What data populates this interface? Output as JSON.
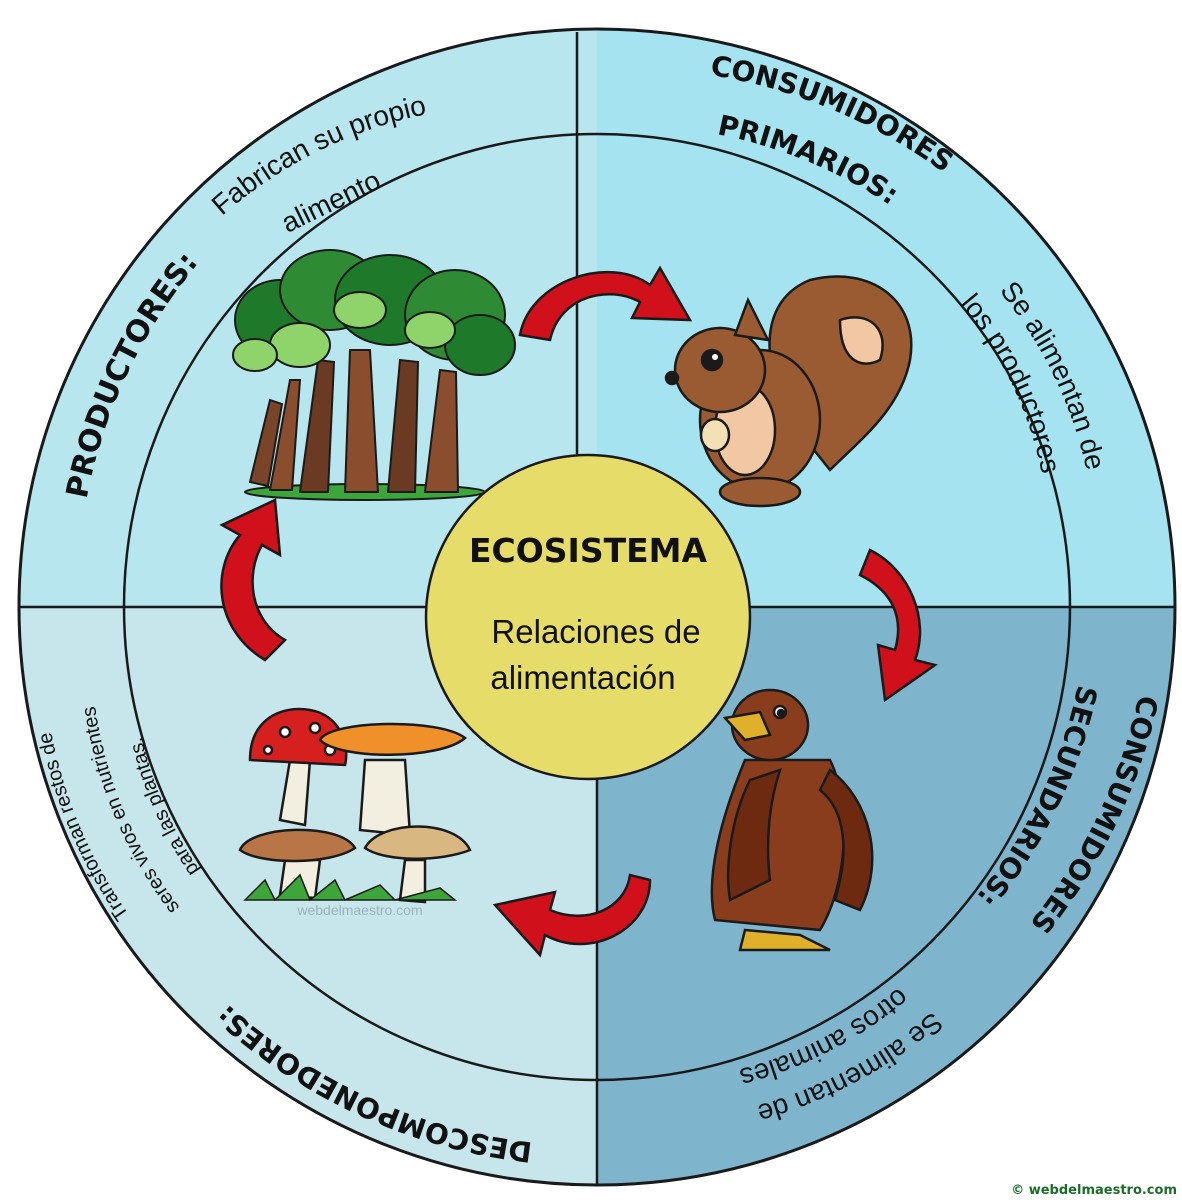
{
  "center": {
    "title": "ECOSISTEMA",
    "subtitle_line1": "Relaciones de",
    "subtitle_line2": "alimentación"
  },
  "quadrants": {
    "productores": {
      "title": "PRODUCTORES:",
      "desc_line1": "Fabrican su propio",
      "desc_line2": "alimento",
      "color": "#b7e6ee",
      "illustration": "trees"
    },
    "consumidores_primarios": {
      "title_line1": "CONSUMIDORES",
      "title_line2": "PRIMARIOS:",
      "desc_line1": "Se alimentan de",
      "desc_line2": "los productores",
      "color": "#a4e3ef",
      "illustration": "squirrel"
    },
    "consumidores_secundarios": {
      "title_line1": "CONSUMIDORES",
      "title_line2": "SECUNDARIOS:",
      "desc_line1": "Se alimentan de",
      "desc_line2": "otros animales",
      "color": "#7eb5cc",
      "illustration": "eagle"
    },
    "descomponedores": {
      "title": "DESCOMPONEDORES:",
      "desc_line1": "Transforman restos de",
      "desc_line2": "seres vivos en nutrientes",
      "desc_line3": "para las plantas.",
      "color": "#c6e6ec",
      "illustration": "mushrooms"
    }
  },
  "watermark": "webdelmaestro.com",
  "footer_credit": "© webdelmaestro.com",
  "colors": {
    "center_fill": "#e6dc6a",
    "arrow_fill": "#d0101a",
    "outline": "#1a1a1a"
  }
}
